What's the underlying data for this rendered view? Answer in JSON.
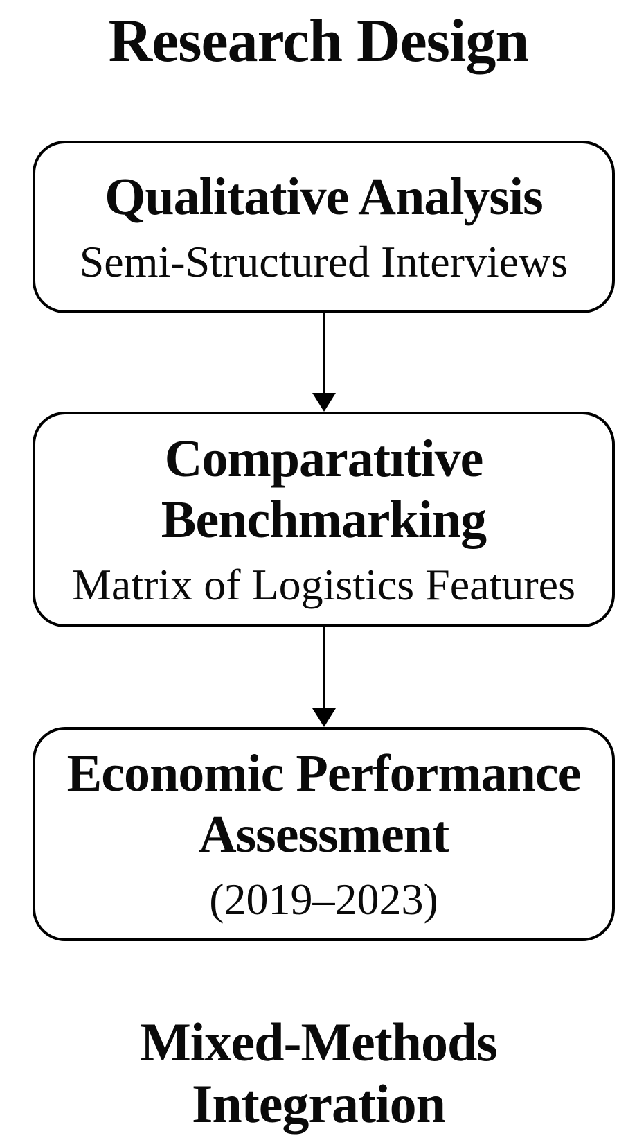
{
  "figure": {
    "title": "Research Design",
    "nodes": [
      {
        "name": "qualitative-analysis",
        "heading_lines": [
          "Qualitative Analysis"
        ],
        "subtitle": "Semi-Structured Interviews"
      },
      {
        "name": "comparative-benchmarking",
        "heading_lines": [
          "Comparatıtive",
          "Benchmarking"
        ],
        "subtitle": "Matrix of Logistics Features"
      },
      {
        "name": "economic-performance-assessment",
        "heading_lines": [
          "Economic Performance",
          "Assessment"
        ],
        "subtitle": "(2019–2023)"
      }
    ],
    "arrows": [
      {
        "from": "qualitative-analysis",
        "to": "comparative-benchmarking",
        "direction": "down"
      },
      {
        "from": "comparative-benchmarking",
        "to": "economic-performance-assessment",
        "direction": "down"
      }
    ],
    "footer_lines": [
      "Mixed-Methods",
      "Integration"
    ],
    "colors": {
      "stroke": "#000000",
      "text": "#0a0a0a",
      "background": "#ffffff"
    }
  }
}
